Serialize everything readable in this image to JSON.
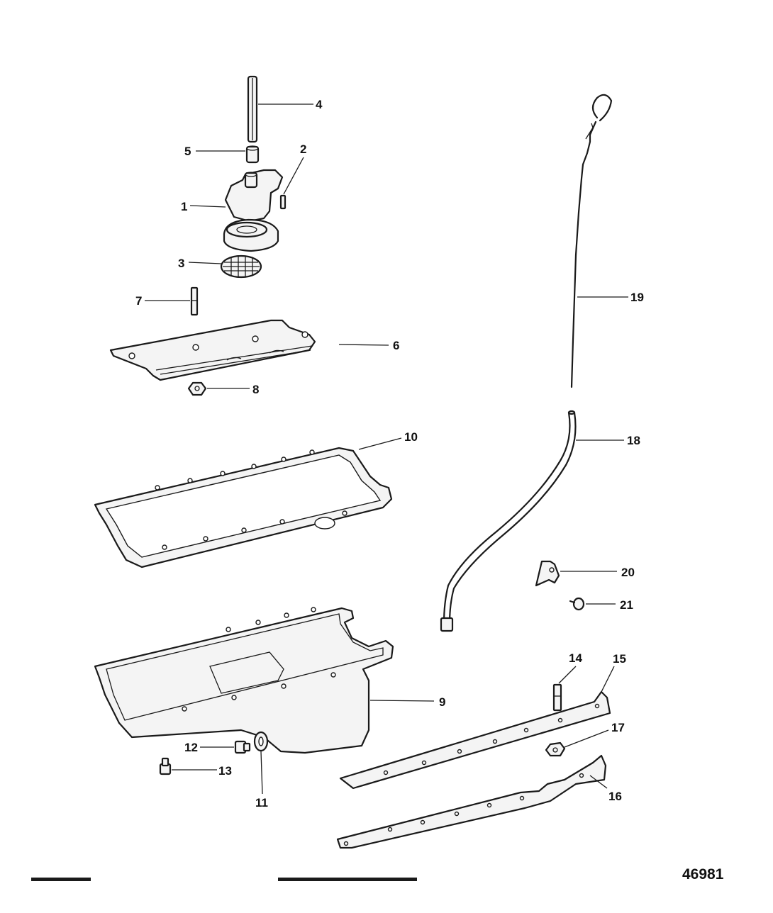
{
  "callouts": {
    "c1": "1",
    "c2": "2",
    "c3": "3",
    "c4": "4",
    "c5": "5",
    "c6": "6",
    "c7": "7",
    "c8": "8",
    "c9": "9",
    "c10": "10",
    "c11": "11",
    "c12": "12",
    "c13": "13",
    "c14": "14",
    "c15": "15",
    "c16": "16",
    "c17": "17",
    "c18": "18",
    "c19": "19",
    "c20": "20",
    "c21": "21"
  },
  "footer": {
    "figure_number": "46981"
  }
}
